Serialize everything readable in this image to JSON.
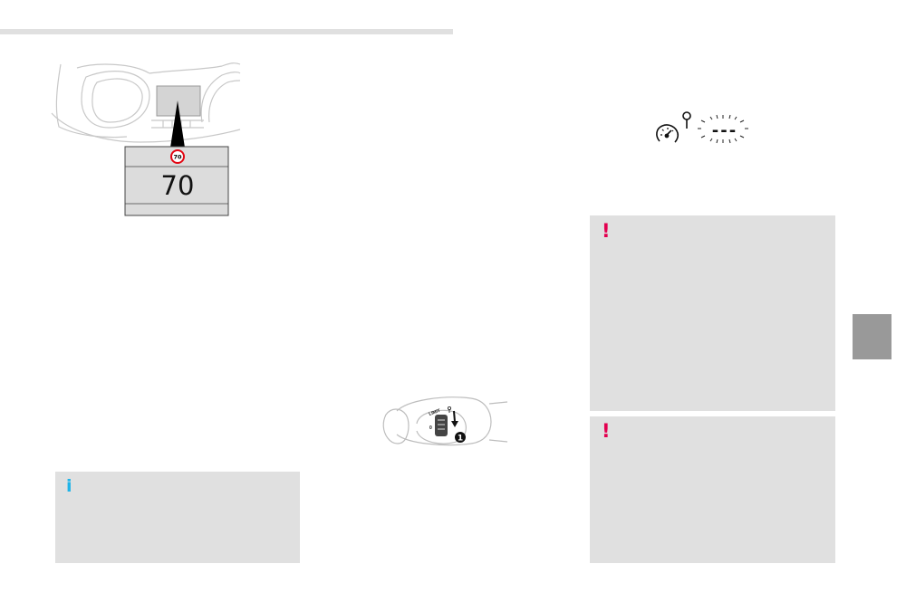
{
  "display_illustration": {
    "sign_value": "70",
    "speed_value": "70"
  },
  "limiter_display": {
    "dashes": "---"
  },
  "stalk_illustration": {
    "switch_label": "LIMIT",
    "position_label": "0",
    "callout_number": "1"
  },
  "info_note": {
    "icon": "i"
  },
  "warning_note_1": {
    "icon": "!"
  },
  "warning_note_2": {
    "icon": "!"
  },
  "colors": {
    "box_grey": "#e0e0e0",
    "tab_grey": "#999999",
    "info_blue": "#1fb4e8",
    "warning_red": "#e3004f",
    "sign_red": "#e30613"
  }
}
